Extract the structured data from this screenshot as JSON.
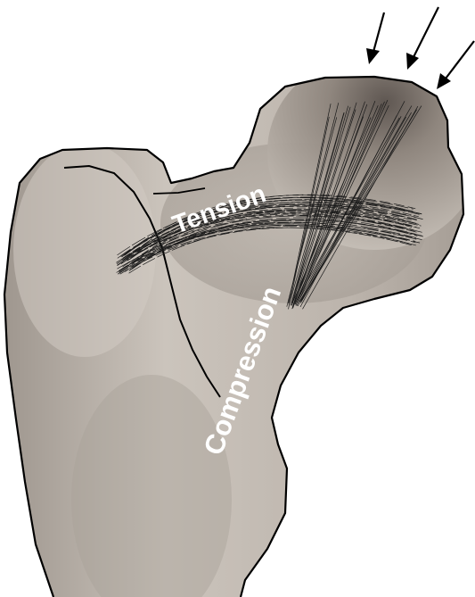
{
  "labels": {
    "tension": "Tension",
    "compression": "Compression"
  },
  "colors": {
    "background": "#ffffff",
    "bone_light": "#cfc8c0",
    "bone_mid": "#b3aba2",
    "bone_dark": "#7a716a",
    "outline": "#000000",
    "trabecular_lines": "#1a1a1a",
    "label_text": "#ffffff"
  },
  "icons": [
    "load-arrow",
    "load-arrow",
    "load-arrow"
  ]
}
